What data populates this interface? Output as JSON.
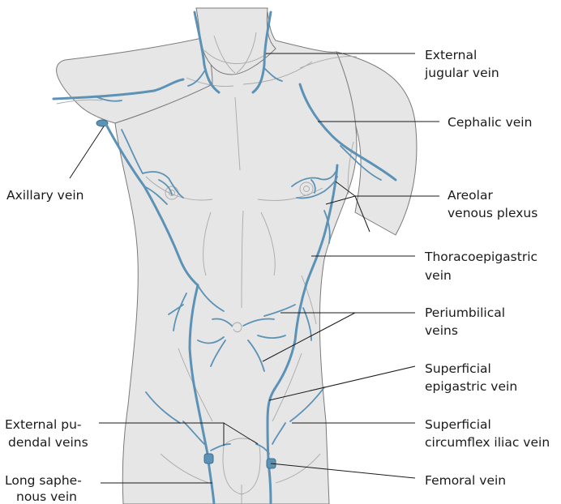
{
  "colors": {
    "vein": "#5b92b6",
    "skin": "#e6e6e6",
    "outline": "#7a7a7a",
    "label_text": "#1a1a1a"
  },
  "labels": {
    "external_jugular": [
      "External",
      "jugular vein"
    ],
    "cephalic": [
      "Cephalic vein"
    ],
    "axillary": [
      "Axillary vein"
    ],
    "areolar": [
      "Areolar",
      "venous plexus"
    ],
    "thoracoepigastric": [
      "Thoracoepigastric",
      "vein"
    ],
    "periumbilical": [
      "Periumbilical",
      "veins"
    ],
    "superficial_epigastric": [
      "Superficial",
      "epigastric vein"
    ],
    "external_pudendal": [
      "External pu-",
      "dendal veins"
    ],
    "superficial_circumflex_iliac": [
      "Superficial",
      "circumflex iliac vein"
    ],
    "long_saphenous": [
      "Long saphe-",
      "nous vein"
    ],
    "femoral": [
      "Femoral vein"
    ]
  }
}
